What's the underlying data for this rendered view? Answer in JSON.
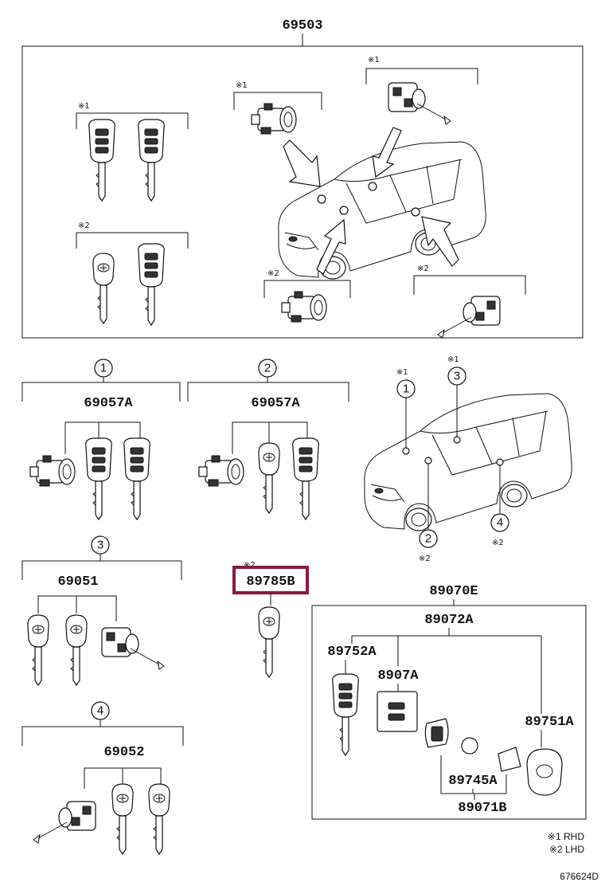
{
  "top_assembly": {
    "part_number": "69503",
    "groups": [
      {
        "mark": "※1"
      },
      {
        "mark": "※1"
      },
      {
        "mark": "※1"
      },
      {
        "mark": "※2"
      },
      {
        "mark": "※2"
      },
      {
        "mark": "※2"
      }
    ]
  },
  "sets": [
    {
      "index": "1",
      "part_number": "69057A"
    },
    {
      "index": "2",
      "part_number": "69057A"
    },
    {
      "index": "3",
      "part_number": "69051"
    },
    {
      "index": "4",
      "part_number": "69052"
    }
  ],
  "locator": {
    "points": [
      {
        "index": "1",
        "mark": "※1"
      },
      {
        "index": "3",
        "mark": "※1"
      },
      {
        "index": "2",
        "mark": "※2"
      },
      {
        "index": "4",
        "mark": "※2"
      }
    ]
  },
  "highlight": {
    "mark": "※2",
    "part_number": "89785B",
    "color": "#8b1a3a"
  },
  "smart_key": {
    "assembly": "89070E",
    "sub_assembly": "89072A",
    "parts": [
      "89752A",
      "8907A",
      "89751A",
      "89745A",
      "89071B"
    ]
  },
  "legend": [
    {
      "mark": "※1",
      "text": "RHD"
    },
    {
      "mark": "※2",
      "text": "LHD"
    }
  ],
  "diagram_code": "676624D"
}
